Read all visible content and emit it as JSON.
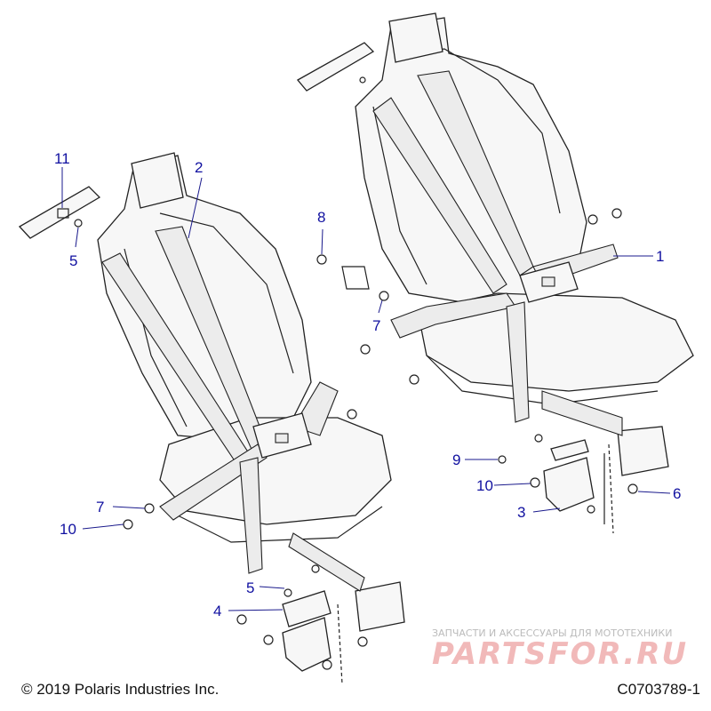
{
  "callouts": {
    "c1": "1",
    "c2": "2",
    "c3": "3",
    "c4": "4",
    "c5a": "5",
    "c5b": "5",
    "c6": "6",
    "c7a": "7",
    "c7b": "7",
    "c8": "8",
    "c9": "9",
    "c10a": "10",
    "c10b": "10",
    "c11": "11"
  },
  "footer": {
    "copyright": "© 2019 Polaris Industries Inc.",
    "code": "C0703789-1"
  },
  "watermark": {
    "tagline": "ЗАПЧАСТИ И АКСЕССУАРЫ ДЛЯ МОТОТЕХНИКИ",
    "logo": "PARTSFOR.RU"
  },
  "colors": {
    "callout": "#1010a0",
    "line_art": "#222222",
    "watermark_logo": "#f1b9b9"
  }
}
